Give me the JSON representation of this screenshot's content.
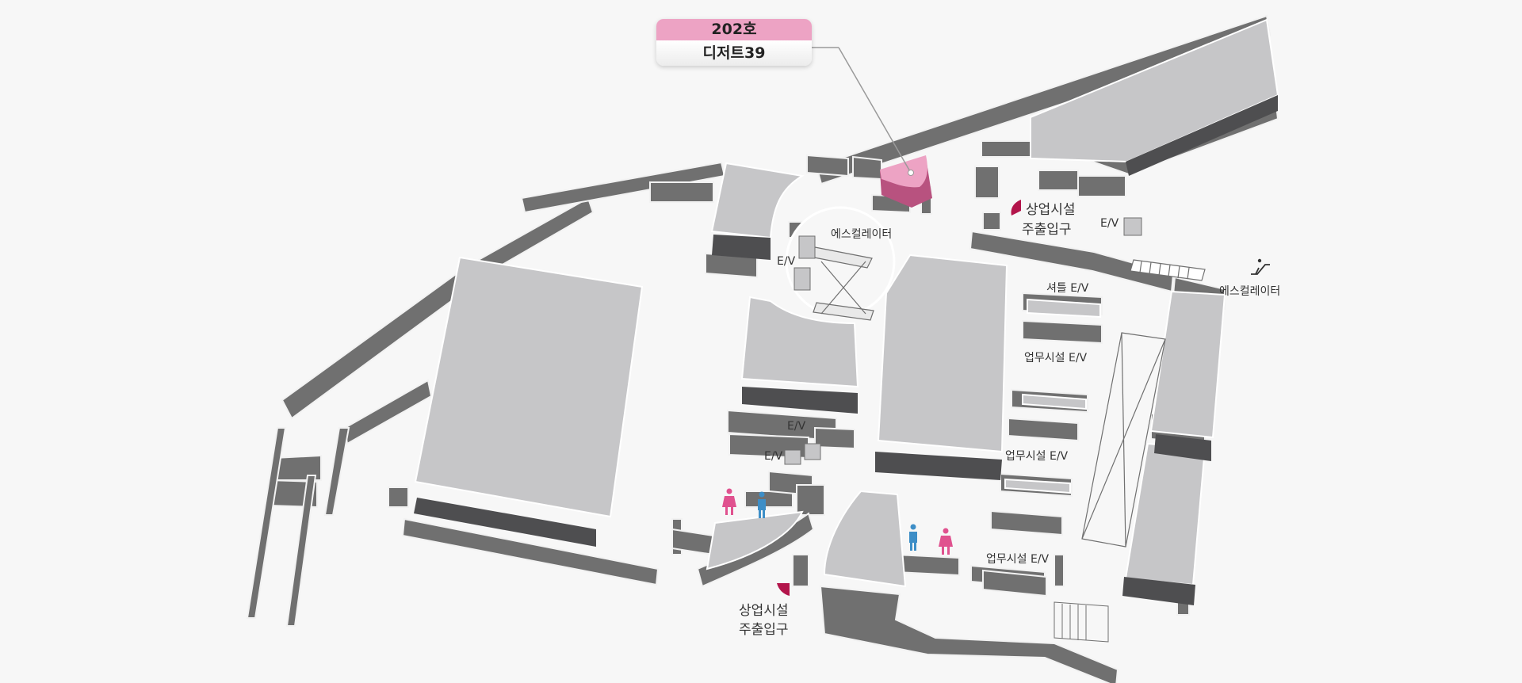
{
  "map": {
    "colors": {
      "background": "#f7f7f7",
      "wall": "#707070",
      "wall_top": "#c6c6c8",
      "highlight": "#eda3c4",
      "highlight_dark": "#b8527f",
      "entrance_marker": "#b3154b",
      "restroom_female": "#e0528f",
      "restroom_male": "#3d8ec7"
    },
    "callout": {
      "unit": "202호",
      "shop": "디저트39"
    },
    "labels": {
      "escalator_top": "에스컬레이터",
      "escalator_right": "에스컬레이터",
      "ev_center": "E/V",
      "ev_ne": "E/V",
      "ev_mid": "E/V",
      "ev_left": "E/V",
      "shuttle_ev": "셔틀 E/V",
      "office_ev_1": "업무시설 E/V",
      "office_ev_2": "업무시설 E/V",
      "office_ev_3": "업무시설 E/V",
      "entrance_north_line1": "상업시설",
      "entrance_north_line2": "주출입구",
      "entrance_south_line1": "상업시설",
      "entrance_south_line2": "주출입구"
    },
    "icons": {
      "escalator": "escalator-icon",
      "restroom_female": "female-restroom-icon",
      "restroom_male": "male-restroom-icon",
      "entrance": "entrance-marker-icon"
    }
  }
}
